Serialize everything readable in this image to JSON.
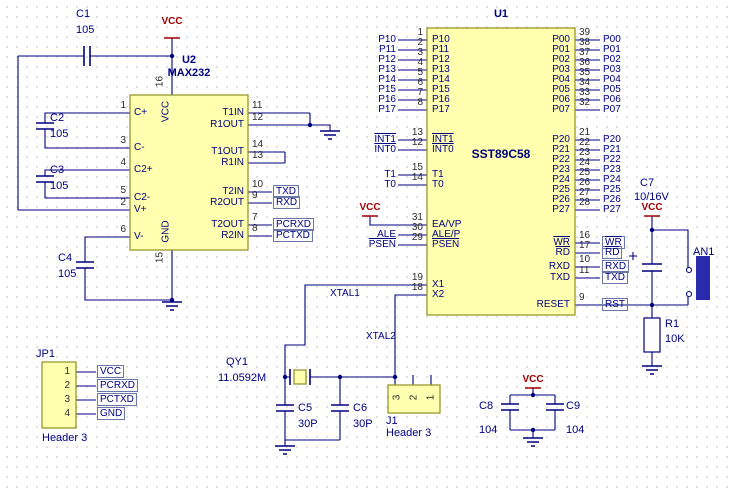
{
  "colors": {
    "text": "#000080",
    "wire": "#000080",
    "pinnum": "#2b2b2b",
    "power": "#a00000",
    "chipfill": "#ffffb0",
    "chipborder": "#8f8f20",
    "button": "#2a2aad"
  },
  "nets": {
    "vcc": "VCC"
  },
  "components": {
    "u1": {
      "ref": "U1",
      "part": "SST89C58",
      "left_pins": [
        {
          "num": "1",
          "label": "P10",
          "net": "P10"
        },
        {
          "num": "2",
          "label": "P11",
          "net": "P11"
        },
        {
          "num": "3",
          "label": "P12",
          "net": "P12"
        },
        {
          "num": "4",
          "label": "P13",
          "net": "P13"
        },
        {
          "num": "5",
          "label": "P14",
          "net": "P14"
        },
        {
          "num": "6",
          "label": "P15",
          "net": "P15"
        },
        {
          "num": "7",
          "label": "P16",
          "net": "P16"
        },
        {
          "num": "8",
          "label": "P17",
          "net": "P17"
        },
        {
          "num": "13",
          "label": "INT1",
          "net": "INT1",
          "overline": true
        },
        {
          "num": "12",
          "label": "INT0",
          "net": "INT0",
          "overline": true
        },
        {
          "num": "15",
          "label": "T1",
          "net": "T1"
        },
        {
          "num": "14",
          "label": "T0",
          "net": "T0"
        },
        {
          "num": "31",
          "label": "EA/VP",
          "net": "VCC",
          "power": true
        },
        {
          "num": "30",
          "label": "ALE/P",
          "net": "ALE"
        },
        {
          "num": "29",
          "label": "PSEN",
          "net": "PSEN",
          "overline": true
        },
        {
          "num": "19",
          "label": "X1",
          "net": "XTAL1"
        },
        {
          "num": "18",
          "label": "X2",
          "net": "XTAL2"
        }
      ],
      "right_pins": [
        {
          "num": "39",
          "label": "P00",
          "net": "P00"
        },
        {
          "num": "38",
          "label": "P01",
          "net": "P01"
        },
        {
          "num": "37",
          "label": "P02",
          "net": "P02"
        },
        {
          "num": "36",
          "label": "P03",
          "net": "P03"
        },
        {
          "num": "35",
          "label": "P04",
          "net": "P04"
        },
        {
          "num": "34",
          "label": "P05",
          "net": "P05"
        },
        {
          "num": "33",
          "label": "P06",
          "net": "P06"
        },
        {
          "num": "32",
          "label": "P07",
          "net": "P07"
        },
        {
          "num": "21",
          "label": "P20",
          "net": "P20"
        },
        {
          "num": "22",
          "label": "P21",
          "net": "P21"
        },
        {
          "num": "23",
          "label": "P22",
          "net": "P22"
        },
        {
          "num": "24",
          "label": "P23",
          "net": "P23"
        },
        {
          "num": "25",
          "label": "P24",
          "net": "P24"
        },
        {
          "num": "26",
          "label": "P25",
          "net": "P25"
        },
        {
          "num": "27",
          "label": "P26",
          "net": "P26"
        },
        {
          "num": "28",
          "label": "P27",
          "net": "P27"
        },
        {
          "num": "16",
          "label": "WR",
          "net": "WR",
          "overline": true,
          "boxed": true
        },
        {
          "num": "17",
          "label": "RD",
          "net": "RD",
          "overline": true,
          "boxed": true
        },
        {
          "num": "10",
          "label": "RXD",
          "net": "RXD",
          "boxed": true
        },
        {
          "num": "11",
          "label": "TXD",
          "net": "TXD",
          "boxed": true
        },
        {
          "num": "9",
          "label": "RESET",
          "net": "RST",
          "boxed": true
        }
      ]
    },
    "u2": {
      "ref": "U2",
      "part": "MAX232",
      "left_pins": [
        {
          "num": "1",
          "label": "C+"
        },
        {
          "num": "3",
          "label": "C-"
        },
        {
          "num": "4",
          "label": "C2+"
        },
        {
          "num": "5",
          "label": "C2-"
        },
        {
          "num": "2",
          "label": "V+"
        },
        {
          "num": "6",
          "label": "V-"
        }
      ],
      "right_pins": [
        {
          "num": "11",
          "label": "T1IN"
        },
        {
          "num": "12",
          "label": "R1OUT"
        },
        {
          "num": "14",
          "label": "T1OUT"
        },
        {
          "num": "13",
          "label": "R1IN"
        },
        {
          "num": "10",
          "label": "T2IN",
          "net": "TXD"
        },
        {
          "num": "9",
          "label": "R2OUT",
          "net": "RXD"
        },
        {
          "num": "7",
          "label": "T2OUT",
          "net": "PCRXD"
        },
        {
          "num": "8",
          "label": "R2IN",
          "net": "PCTXD"
        }
      ],
      "top_pin": {
        "num": "16",
        "label": "VCC"
      },
      "bottom_pin": {
        "num": "15",
        "label": "GND"
      }
    },
    "jp1": {
      "ref": "JP1",
      "type": "Header 3",
      "pins": [
        {
          "num": "1",
          "net": "VCC"
        },
        {
          "num": "2",
          "net": "PCRXD"
        },
        {
          "num": "3",
          "net": "PCTXD"
        },
        {
          "num": "4",
          "net": "GND"
        }
      ]
    },
    "j1": {
      "ref": "J1",
      "type": "Header 3",
      "pin_nums": [
        "3",
        "2",
        "1"
      ]
    },
    "qy1": {
      "ref": "QY1",
      "value": "11.0592M"
    },
    "r1": {
      "ref": "R1",
      "value": "10K"
    },
    "an1": {
      "ref": "AN1"
    },
    "caps": {
      "c1": {
        "ref": "C1",
        "value": "105"
      },
      "c2": {
        "ref": "C2",
        "value": "105"
      },
      "c3": {
        "ref": "C3",
        "value": "105"
      },
      "c4": {
        "ref": "C4",
        "value": "105"
      },
      "c5": {
        "ref": "C5",
        "value": "30P"
      },
      "c6": {
        "ref": "C6",
        "value": "30P"
      },
      "c7": {
        "ref": "C7",
        "value": "10/16V"
      },
      "c8": {
        "ref": "C8",
        "value": "104"
      },
      "c9": {
        "ref": "C9",
        "value": "104"
      }
    }
  }
}
